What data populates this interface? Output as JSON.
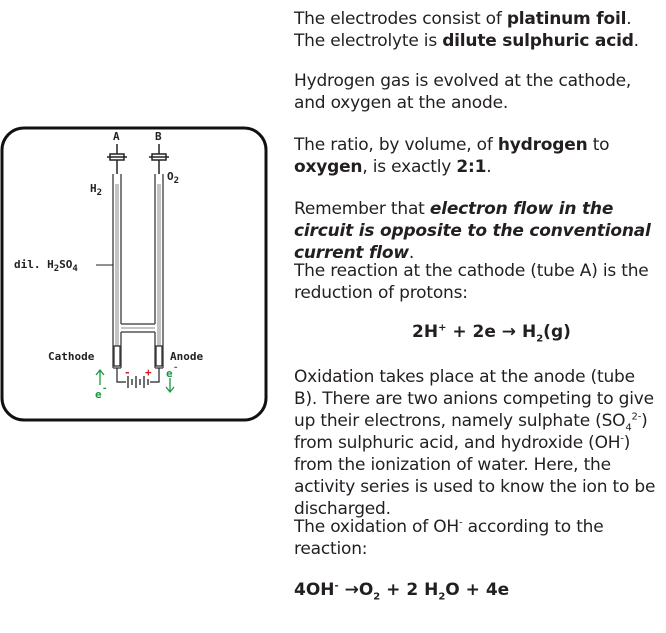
{
  "diagram": {
    "tube_a": "A",
    "tube_b": "B",
    "gas_left": "H",
    "gas_left_sub": "2",
    "gas_right": "O",
    "gas_right_sub": "2",
    "electrolyte": "dil. H",
    "electrolyte_sub1": "2",
    "electrolyte_mid": "SO",
    "electrolyte_sub2": "4",
    "cathode": "Cathode",
    "anode": "Anode",
    "electron": "e",
    "minus": "-",
    "plus": "+",
    "colors": {
      "minus": "#d7191c",
      "plus": "#d7191c",
      "electron": "#1a9641"
    }
  },
  "text": {
    "p1_a": "The electrodes consist of ",
    "p1_b": "platinum foil",
    "p1_c": ". The electrolyte is ",
    "p1_d": "dilute sulphuric acid",
    "p1_e": ".",
    "p2": "Hydrogen gas is evolved at the cathode, and oxygen at the anode.",
    "p3_a": "The ratio, by volume, of ",
    "p3_b": "hydrogen",
    "p3_c": " to ",
    "p3_d": "oxygen",
    "p3_e": ", is exactly ",
    "p3_f": "2:1",
    "p3_g": ".",
    "p4_a": "Remember that ",
    "p4_b": "electron flow in the circuit is opposite to the conventional current flow",
    "p4_c": ".",
    "p5": "The reaction at the cathode (tube A) is the reduction of protons:",
    "eq1_a": "2H",
    "eq1_sup": "+",
    "eq1_b": " + 2e  → H",
    "eq1_sub": "2",
    "eq1_c": "(g)",
    "p6_a": "Oxidation takes place at the anode (tube B). There are two anions competing to give up their electrons, namely sulphate (SO",
    "p6_sub": "4",
    "p6_sup": "2-",
    "p6_b": ") from sulphuric acid, and hydroxide (OH",
    "p6_sup2": "-",
    "p6_c": ") from the ionization of water. Here, the activity series is used to know the ion to be discharged.",
    "p7_a": "The oxidation of OH",
    "p7_sup": "-",
    "p7_b": " according to the reaction:",
    "eq2_a": "4OH",
    "eq2_sup": "-",
    "eq2_b": "  →O",
    "eq2_sub1": "2",
    "eq2_c": " + 2 H",
    "eq2_sub2": "2",
    "eq2_d": "O  + 4e"
  }
}
